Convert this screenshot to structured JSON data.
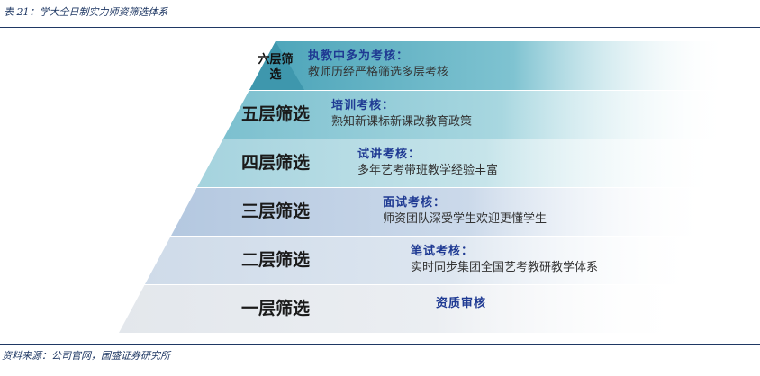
{
  "caption": "表 21：学大全日制实力师资筛选体系",
  "source": "资料来源：公司官网，国盛证券研究所",
  "colors": {
    "navy": "#1f3864",
    "title_blue": "#1f3a93"
  },
  "layers": [
    {
      "label": "六层筛选",
      "title": "执教中多为考核：",
      "desc": "教师历经严格筛选多层考核"
    },
    {
      "label": "五层筛选",
      "title": "培训考核：",
      "desc": "熟知新课标新课改教育政策"
    },
    {
      "label": "四层筛选",
      "title": "试讲考核：",
      "desc": "多年艺考带班教学经验丰富"
    },
    {
      "label": "三层筛选",
      "title": "面试考核：",
      "desc": "师资团队深受学生欢迎更懂学生"
    },
    {
      "label": "二层筛选",
      "title": "笔试考核：",
      "desc": "实时同步集团全国艺考教研教学体系"
    },
    {
      "label": "一层筛选",
      "title": "资质审核",
      "desc": ""
    }
  ]
}
